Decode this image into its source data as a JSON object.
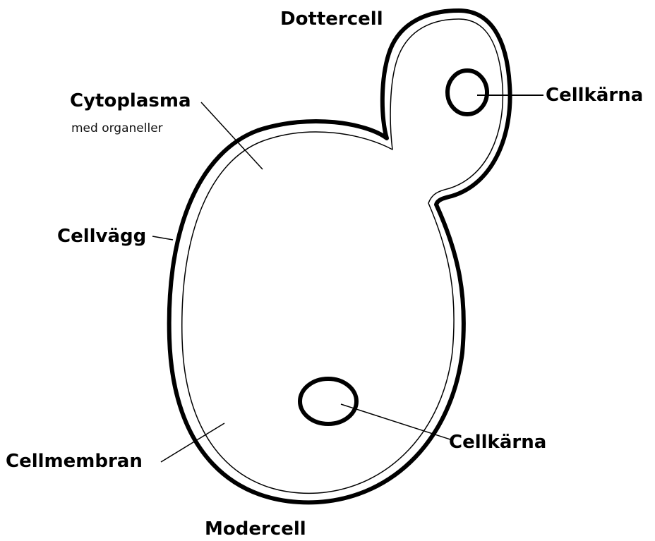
{
  "diagram": {
    "labels": {
      "daughter_cell": "Dottercell",
      "mother_cell": "Modercell",
      "cytoplasm": "Cytoplasma",
      "cytoplasm_sub": "med organeller",
      "cell_wall": "Cellvägg",
      "cell_membrane": "Cellmembran",
      "nucleus_daughter": "Cellkärna",
      "nucleus_mother": "Cellkärna"
    },
    "colors": {
      "outline": "#000000",
      "background": "#ffffff"
    }
  }
}
